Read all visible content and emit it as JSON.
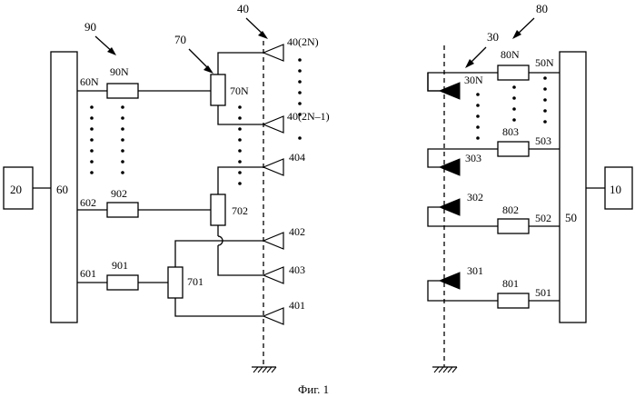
{
  "figure": {
    "caption": "Фиг. 1",
    "ref_numbers": {
      "r20": "20",
      "r60": "60",
      "r90": "90",
      "r70": "70",
      "r40": "40",
      "r80": "80",
      "r30": "30",
      "r50": "50",
      "r10": "10"
    },
    "left_ports": [
      "60N",
      "602",
      "601"
    ],
    "left_resistors": [
      "90N",
      "902",
      "901"
    ],
    "left_hybrids": [
      "70N",
      "702",
      "701"
    ],
    "left_antennas": [
      "40(2N)",
      "40(2N–1)",
      "404",
      "402",
      "403",
      "401"
    ],
    "right_resistors": [
      "80N",
      "803",
      "802",
      "801"
    ],
    "right_ports": [
      "50N",
      "503",
      "502",
      "501"
    ],
    "right_diodes": [
      "30N",
      "303",
      "302",
      "301"
    ]
  }
}
